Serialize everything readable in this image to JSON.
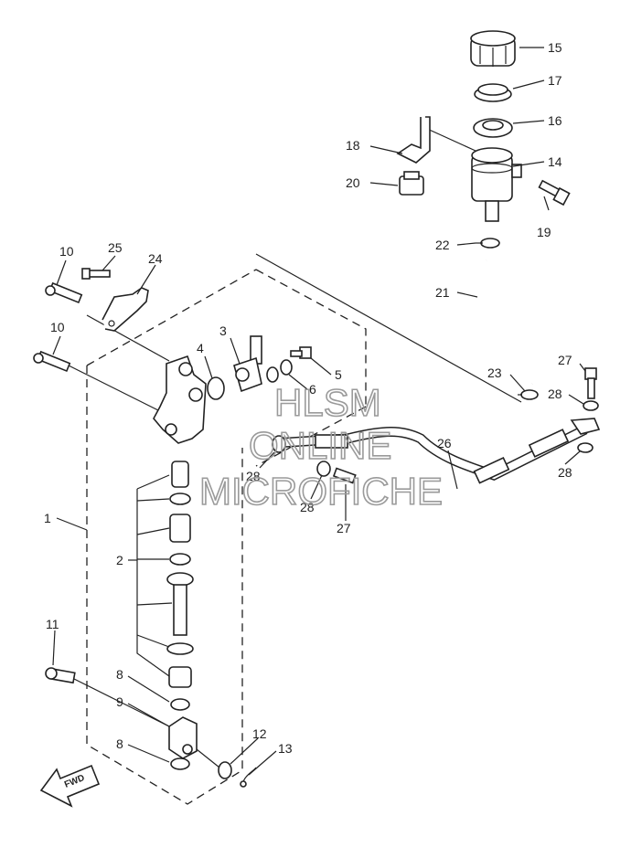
{
  "callouts": [
    {
      "id": "c15",
      "text": "15"
    },
    {
      "id": "c17",
      "text": "17"
    },
    {
      "id": "c16",
      "text": "16"
    },
    {
      "id": "c18",
      "text": "18"
    },
    {
      "id": "c14",
      "text": "14"
    },
    {
      "id": "c20",
      "text": "20"
    },
    {
      "id": "c19",
      "text": "19"
    },
    {
      "id": "c22",
      "text": "22"
    },
    {
      "id": "c21",
      "text": "21"
    },
    {
      "id": "c10a",
      "text": "10"
    },
    {
      "id": "c25",
      "text": "25"
    },
    {
      "id": "c24",
      "text": "24"
    },
    {
      "id": "c10b",
      "text": "10"
    },
    {
      "id": "c3",
      "text": "3"
    },
    {
      "id": "c4",
      "text": "4"
    },
    {
      "id": "c5",
      "text": "5"
    },
    {
      "id": "c6",
      "text": "6"
    },
    {
      "id": "c23",
      "text": "23"
    },
    {
      "id": "c27a",
      "text": "27"
    },
    {
      "id": "c28a",
      "text": "28"
    },
    {
      "id": "c26",
      "text": "26"
    },
    {
      "id": "c28b",
      "text": "28"
    },
    {
      "id": "c28c",
      "text": "28"
    },
    {
      "id": "c28d",
      "text": "28"
    },
    {
      "id": "c27b",
      "text": "27"
    },
    {
      "id": "c1",
      "text": "1"
    },
    {
      "id": "c2",
      "text": "2"
    },
    {
      "id": "c11",
      "text": "11"
    },
    {
      "id": "c8a",
      "text": "8"
    },
    {
      "id": "c9",
      "text": "9"
    },
    {
      "id": "c8b",
      "text": "8"
    },
    {
      "id": "c12",
      "text": "12"
    },
    {
      "id": "c13",
      "text": "13"
    }
  ],
  "watermark": {
    "line1": "HLSM",
    "line2": "ONLINE",
    "line3": "MICROFICHE"
  },
  "fwd_label": "FWD"
}
